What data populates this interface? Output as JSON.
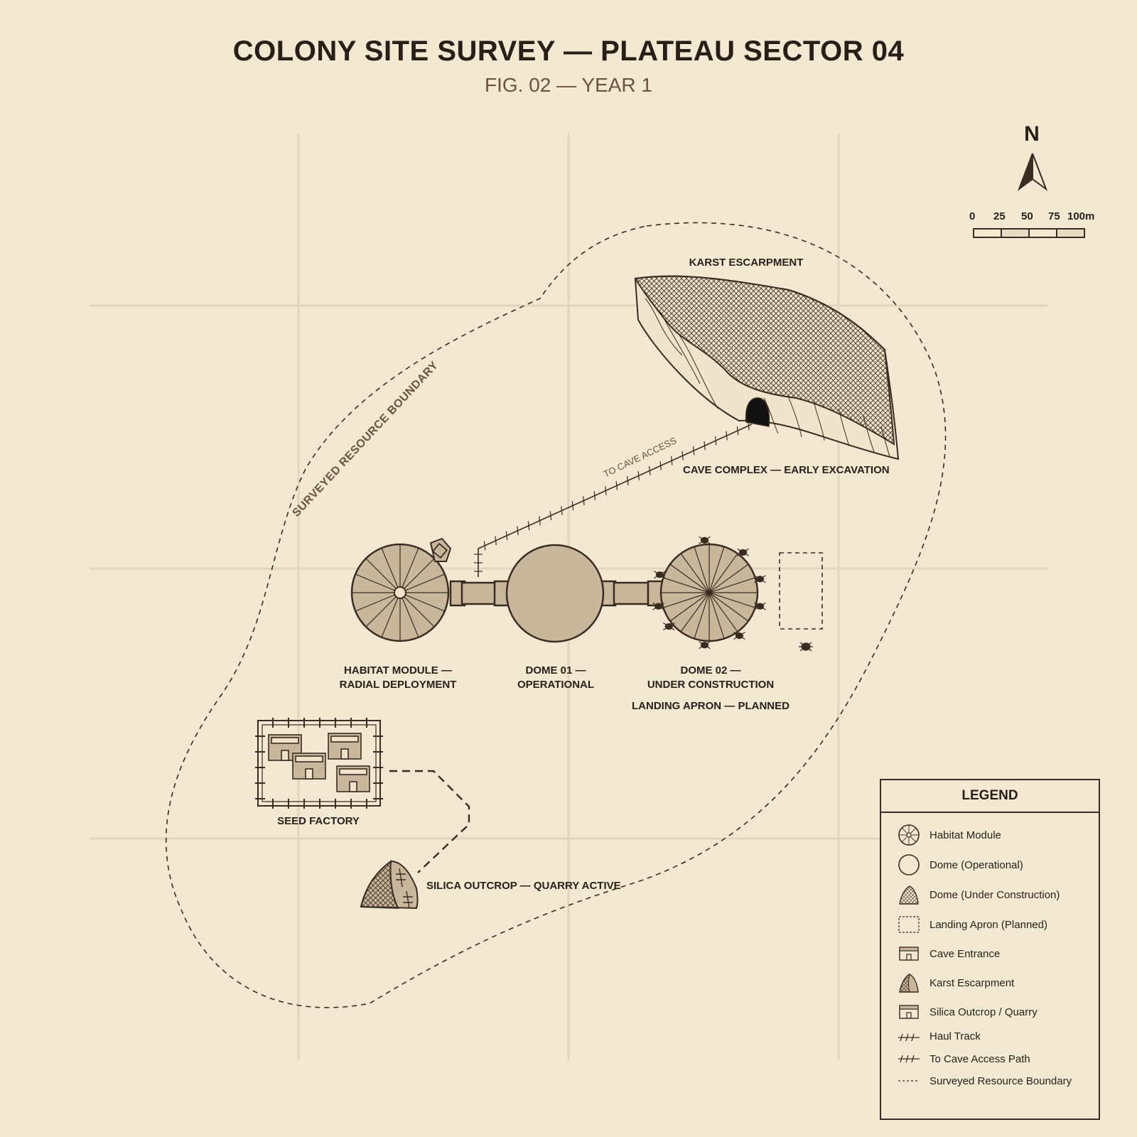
{
  "header": {
    "title": "COLONY SITE SURVEY — PLATEAU SECTOR 04",
    "subtitle": "FIG. 02 — YEAR 1"
  },
  "compass": {
    "label": "N"
  },
  "scale_bar": {
    "ticks": [
      "0",
      "25",
      "50",
      "75",
      "100m"
    ]
  },
  "features": {
    "karst": "KARST ESCARPMENT",
    "cave": "CAVE COMPLEX — EARLY EXCAVATION",
    "cave_path": "TO CAVE ACCESS",
    "boundary": "SURVEYED RESOURCE BOUNDARY",
    "habitat": [
      "HABITAT MODULE —",
      "RADIAL DEPLOYMENT"
    ],
    "dome01": [
      "DOME 01 —",
      "OPERATIONAL"
    ],
    "dome02": [
      "DOME 02 —",
      "UNDER CONSTRUCTION"
    ],
    "apron": "LANDING APRON — PLANNED",
    "seed": "SEED FACTORY",
    "silica": "SILICA OUTCROP — QUARRY ACTIVE"
  },
  "legend": {
    "title": "LEGEND",
    "items": [
      {
        "icon": "habitat-module-icon",
        "label": "Habitat Module"
      },
      {
        "icon": "dome-operational-icon",
        "label": "Dome (Operational)"
      },
      {
        "icon": "dome-construction-icon",
        "label": "Dome (Under Construction)"
      },
      {
        "icon": "landing-apron-icon",
        "label": "Landing Apron (Planned)"
      },
      {
        "icon": "cave-entrance-icon",
        "label": "Cave Entrance"
      },
      {
        "icon": "karst-escarpment-icon",
        "label": "Karst Escarpment"
      },
      {
        "icon": "silica-quarry-icon",
        "label": "Silica Outcrop / Quarry"
      },
      {
        "icon": "haul-track-icon",
        "label": "Haul Track"
      },
      {
        "icon": "cave-path-icon",
        "label": "To Cave Access Path"
      },
      {
        "icon": "boundary-line-icon",
        "label": "Surveyed Resource Boundary"
      }
    ]
  },
  "colors": {
    "background": "#f3e8d2",
    "ink": "#3a2c20",
    "fill": "#c9b79c",
    "grid": "#e3d6bd"
  }
}
